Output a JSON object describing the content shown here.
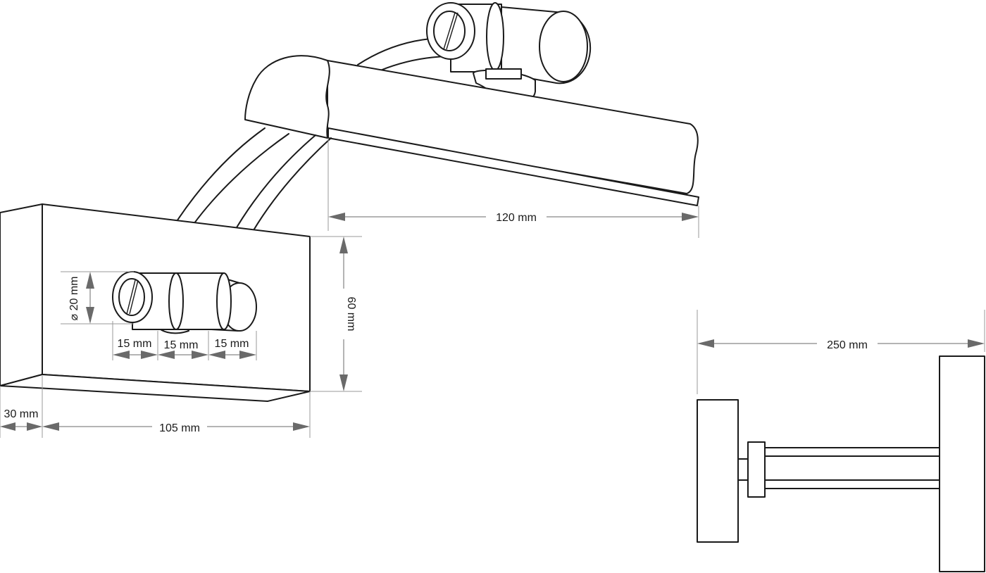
{
  "dimensions": {
    "width_120": "120 mm",
    "height_60": "60 mm",
    "diameter_20": "⌀ 20 mm",
    "spacing_left": "15 mm",
    "spacing_mid": "15 mm",
    "spacing_right": "15 mm",
    "depth_30": "30 mm",
    "base_105": "105 mm",
    "length_250": "250 mm"
  },
  "colors": {
    "line": "#1a1a1a",
    "dimension": "#6a6a6a",
    "background": "#ffffff"
  }
}
